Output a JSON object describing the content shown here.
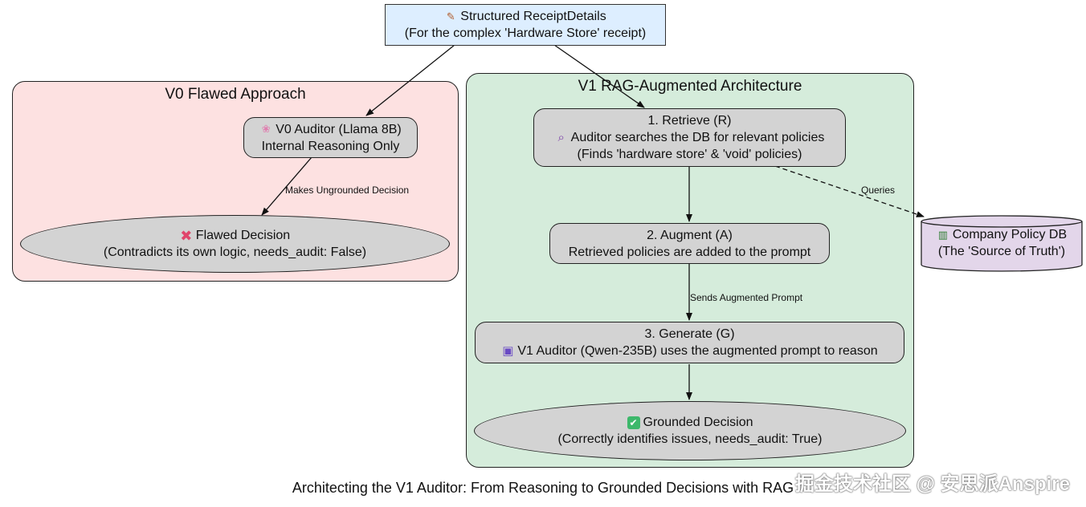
{
  "top_node": {
    "icon": "memo-icon",
    "line1": "Structured ReceiptDetails",
    "line2": "(For the complex 'Hardware Store' receipt)"
  },
  "v0": {
    "title": "V0 Flawed Approach",
    "auditor": {
      "icon": "brain-icon",
      "line1": "V0 Auditor (Llama 8B)",
      "line2": "Internal Reasoning Only"
    },
    "edge_label": "Makes Ungrounded Decision",
    "decision": {
      "icon": "cross-mark-icon",
      "line1": "Flawed Decision",
      "line2": "(Contradicts its own logic, needs_audit: False)"
    }
  },
  "v1": {
    "title": "V1 RAG-Augmented Architecture",
    "retrieve": {
      "line1": "1. Retrieve (R)",
      "icon": "magnifier-icon",
      "line2": "Auditor searches the DB for relevant policies",
      "line3": "(Finds 'hardware store' & 'void' policies)"
    },
    "augment": {
      "line1": "2. Augment (A)",
      "line2": "Retrieved policies are added to the prompt"
    },
    "edge_label": "Sends Augmented Prompt",
    "generate": {
      "line1": "3. Generate (G)",
      "icon": "robot-icon",
      "line2": "V1 Auditor (Qwen-235B) uses the augmented prompt to reason"
    },
    "decision": {
      "icon": "check-mark-icon",
      "line1": "Grounded Decision",
      "line2": "(Correctly identifies issues, needs_audit: True)"
    }
  },
  "db": {
    "icon": "books-icon",
    "line1": "Company Policy DB",
    "line2": "(The 'Source of Truth')",
    "edge_label": "Queries"
  },
  "caption": "Architecting the V1 Auditor: From Reasoning to Grounded Decisions with RAG",
  "watermark": "掘金技术社区 @ 安思派Anspire",
  "colors": {
    "v0_cluster_fill": "#fde1e1",
    "v1_cluster_fill": "#d5ecdb",
    "node_fill": "#d3d3d3",
    "top_node_fill": "#ddeeff",
    "db_fill": "#e3d6ea"
  }
}
